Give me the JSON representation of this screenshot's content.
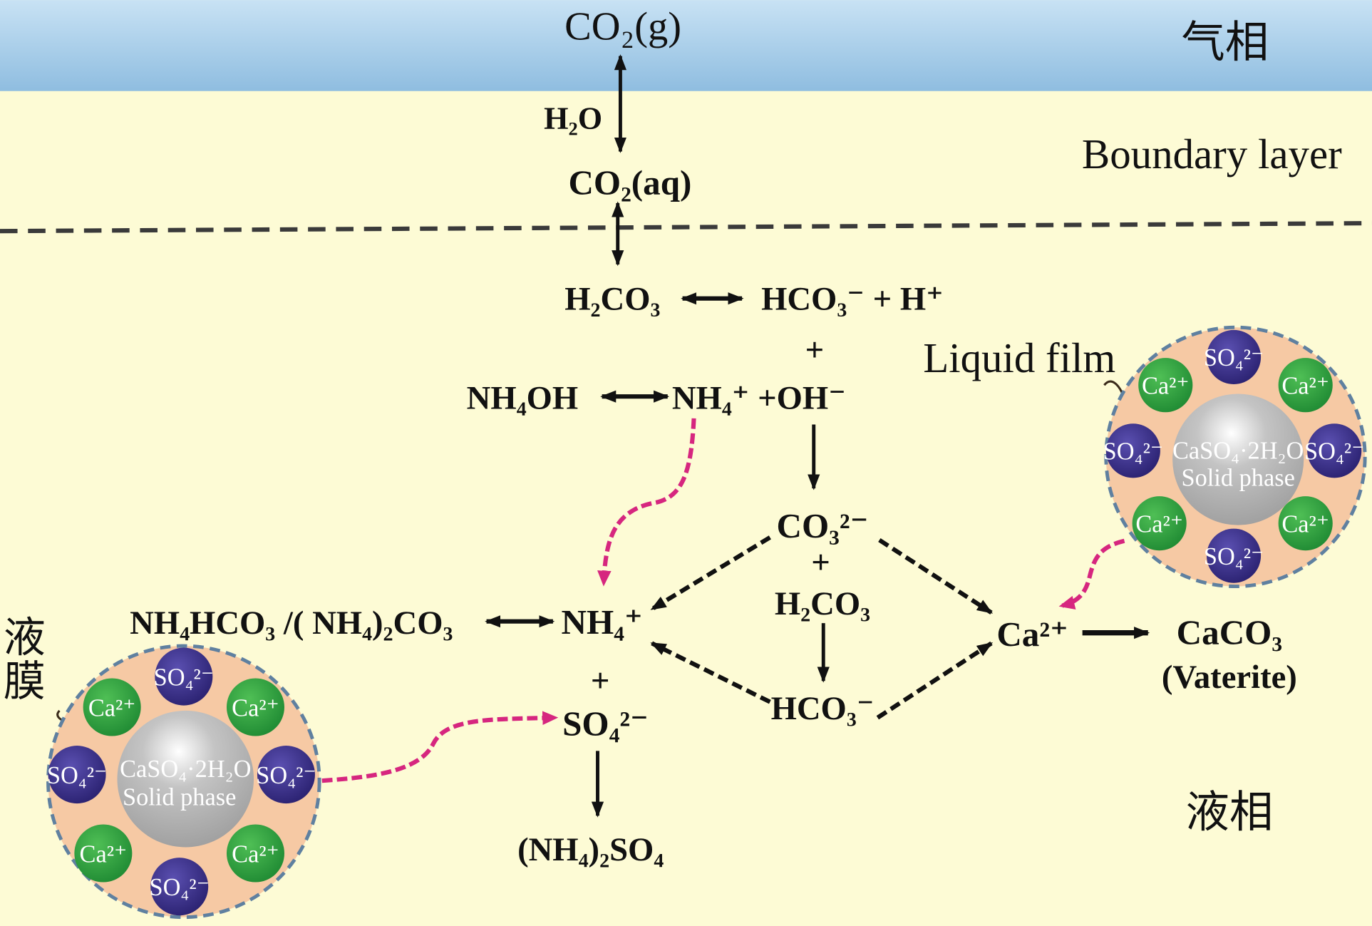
{
  "phases": {
    "gas": "气相",
    "boundary": "Boundary layer",
    "liquid_film_en": "Liquid film",
    "liquid_film_cn_1": "液",
    "liquid_film_cn_2": "膜",
    "liquid": "液相"
  },
  "species": {
    "co2_gas": "CO₂(g)",
    "h2o": "H₂O",
    "co2_aq": "CO₂(aq)",
    "h2co3": "H₂CO₃",
    "hco3_h": "HCO₃⁻ + H⁺",
    "plus": "+",
    "nh4oh": "NH₄OH",
    "nh4_oh": "NH₄⁺ +OH⁻",
    "co3": "CO₃²⁻",
    "h2co3_mid": "H₂CO₃",
    "hco3": "HCO₃⁻",
    "nh4": "NH₄⁺",
    "nh4_salts": "NH₄HCO₃ /( NH₄)₂CO₃",
    "so4": "SO₄²⁻",
    "nh4_2so4": "(NH₄)₂SO₄",
    "ca": "Ca²⁺",
    "caco3": "CaCO₃",
    "vaterite": "(Vaterite)"
  },
  "particle": {
    "core_formula": "CaSO₄·2H₂O",
    "core_label": "Solid phase",
    "ion_so4": "SO₄²⁻",
    "ion_ca": "Ca²⁺"
  },
  "colors": {
    "gas": "#a9d0ec",
    "liquid": "#fdfbd5",
    "particle_shell": "#f6c9a4",
    "so4_ion": "#3b2f8a",
    "ca_ion": "#2e9a3e",
    "transfer_arrow": "#d6267f"
  }
}
